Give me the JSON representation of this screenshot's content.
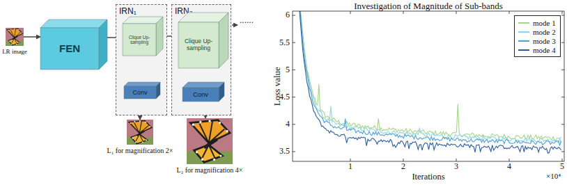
{
  "diagram": {
    "nodes": [
      {
        "text": [
          "LR image"
        ]
      },
      {
        "text": [
          "FEN"
        ]
      },
      {
        "text": [
          "IRN₁"
        ]
      },
      {
        "text": [
          "Clique Up-sampling"
        ],
        "in": 2
      },
      {
        "text": [
          "Conv"
        ],
        "in": 2
      },
      {
        "text": [
          "IRN₂"
        ]
      },
      {
        "text": [
          "Clique Up-sampling"
        ],
        "in": 5
      },
      {
        "text": [
          "Conv"
        ],
        "in": 5
      },
      {
        "text": [
          "L₁ for magnification 2×"
        ]
      },
      {
        "text": [
          "L₂ for magnification 4×"
        ]
      }
    ],
    "edges": [
      {
        "from": 0,
        "to": 1,
        "arrow": "to"
      },
      {
        "from": 1,
        "to": 3,
        "arrow": "to"
      },
      {
        "from": 3,
        "to": 6,
        "arrow": "to"
      },
      {
        "from": 3,
        "to": 4,
        "arrow": "to"
      },
      {
        "from": 4,
        "to": 8,
        "arrow": "to"
      },
      {
        "from": 6,
        "to": 7,
        "arrow": "to"
      },
      {
        "from": 7,
        "to": 9,
        "arrow": "to"
      }
    ],
    "labels": [
      "......",
      "Investigation of Magnitude of Sub-bands",
      "Loss value",
      "Iterations",
      "×10⁴",
      "3.5",
      "4",
      "4.5",
      "5",
      "5.5",
      "6",
      "1",
      "2",
      "3",
      "4",
      "5"
    ],
    "legend": [
      {
        "text": "mode 1",
        "color": "#a6d48a"
      },
      {
        "text": "mode 2",
        "color": "#8fd3e4"
      },
      {
        "text": "mode 3",
        "color": "#4f9fd0"
      },
      {
        "text": "mode 4",
        "color": "#2a5b9c"
      }
    ]
  }
}
